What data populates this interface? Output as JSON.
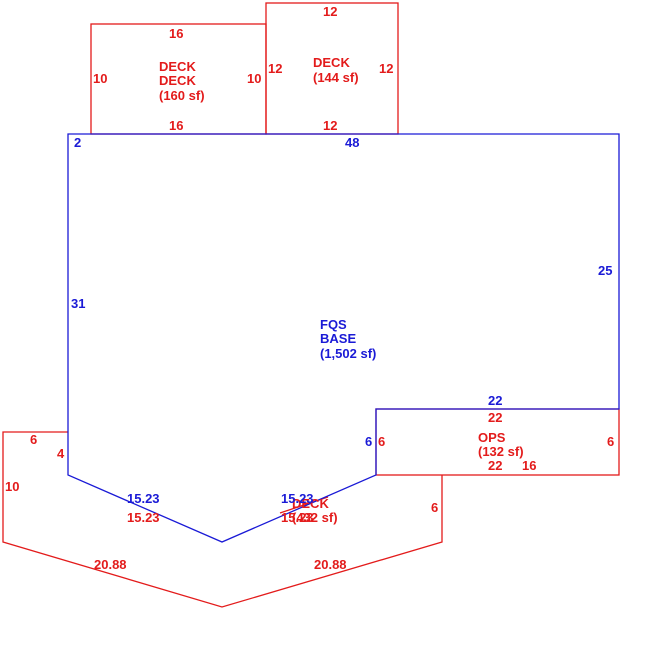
{
  "colors": {
    "deck": "#e31b1b",
    "base": "#1a1ad6"
  },
  "areas": {
    "deck_left": {
      "line1": "DECK",
      "line2": "DECK",
      "area": "(160 sf)"
    },
    "deck_right": {
      "line1": "DECK",
      "area": "(144 sf)"
    },
    "base": {
      "line1": "FQS",
      "line2": "BASE",
      "area": "(1,502 sf)"
    },
    "ops": {
      "line1": "OPS",
      "area": "(132 sf)"
    },
    "deck_bottom": {
      "line1": "DECK",
      "area": "(432 sf)"
    }
  },
  "dimensions": {
    "deck_left_top": "16",
    "deck_left_left": "10",
    "deck_left_right": "10",
    "deck_left_bottom": "16",
    "deck_right_top": "12",
    "deck_right_left": "12",
    "deck_right_right": "12",
    "deck_right_bottom": "12",
    "base_top_left": "2",
    "base_top": "48",
    "base_right": "25",
    "base_left": "31",
    "base_ops_top": "22",
    "base_ops_left": "6",
    "base_diag_left": "15.23",
    "base_diag_right": "15.23",
    "ops_top": "22",
    "ops_left": "6",
    "ops_right": "6",
    "ops_bottom": "22",
    "ops_bottom_right": "16",
    "deck_b_top": "6",
    "deck_b_inner_left": "4",
    "deck_b_outer_left": "10",
    "deck_b_diag_left": "15.23",
    "deck_b_diag_right": "15.23",
    "deck_b_right": "6",
    "deck_b_bottom_left": "20.88",
    "deck_b_bottom_right": "20.88"
  }
}
